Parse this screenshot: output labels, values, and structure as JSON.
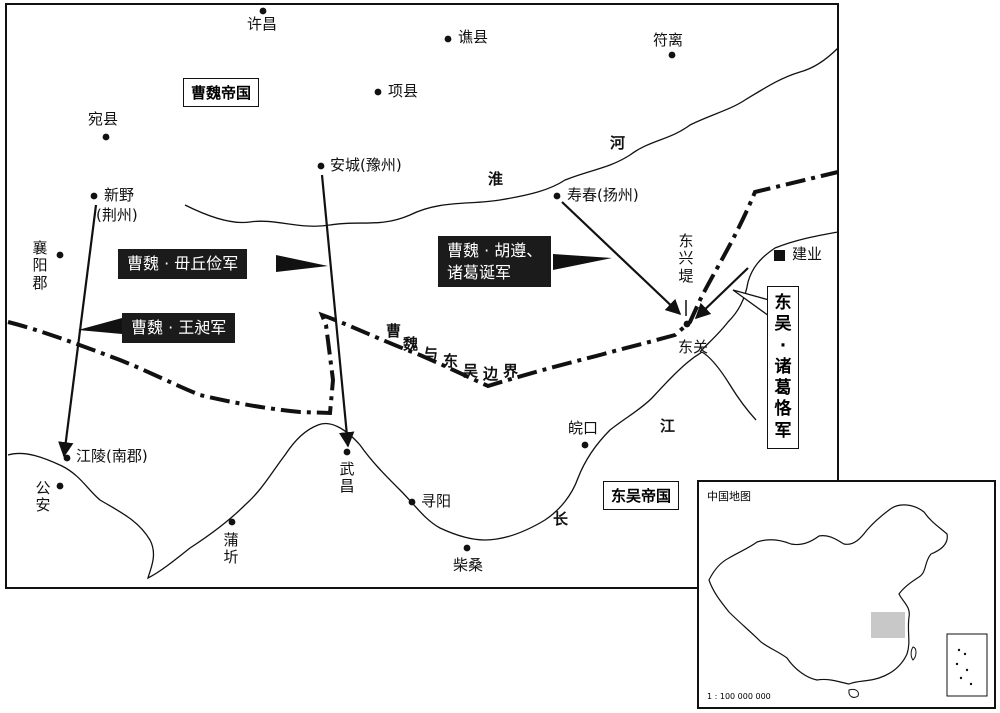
{
  "empires": {
    "wei": "曹魏帝国",
    "wu": "东吴帝国"
  },
  "places": {
    "xuchang": "许昌",
    "qiaoxian": "谯县",
    "fuli": "符离",
    "xiangxian": "项县",
    "wanxian": "宛县",
    "ancheng": "安城(豫州)",
    "xinye": "新野",
    "jingzhou": "(荆州)",
    "shouchun": "寿春(扬州)",
    "xiangyang": "襄阳郡",
    "dongxingdi": "东兴堤",
    "jianye": "建业",
    "dongguan": "东关",
    "wanbkou": "皖口",
    "jiangling": "江陵(南郡)",
    "gongan": "公安",
    "wuchang": "武昌",
    "xunyang": "寻阳",
    "puqi": "蒲圻",
    "chaisang": "柴桑"
  },
  "rivers": {
    "huai": "淮",
    "he": "河",
    "jiang": "江",
    "chang": "长"
  },
  "armies": {
    "guanqiujian": "曹魏 · 毌丘俭军",
    "wangchang": "曹魏 · 王昶军",
    "huzun_line1": "曹魏 · 胡遵、",
    "huzun_line2": "诸葛诞军",
    "zhugeke": "东吴 · 诸葛恪军"
  },
  "border_label": [
    "曹",
    "魏",
    "与",
    "东",
    "吴",
    "边",
    "界"
  ],
  "inset": {
    "title": "中国地图",
    "scale": "1 : 100 000 000",
    "highlight_color": "#c8c8c8"
  }
}
